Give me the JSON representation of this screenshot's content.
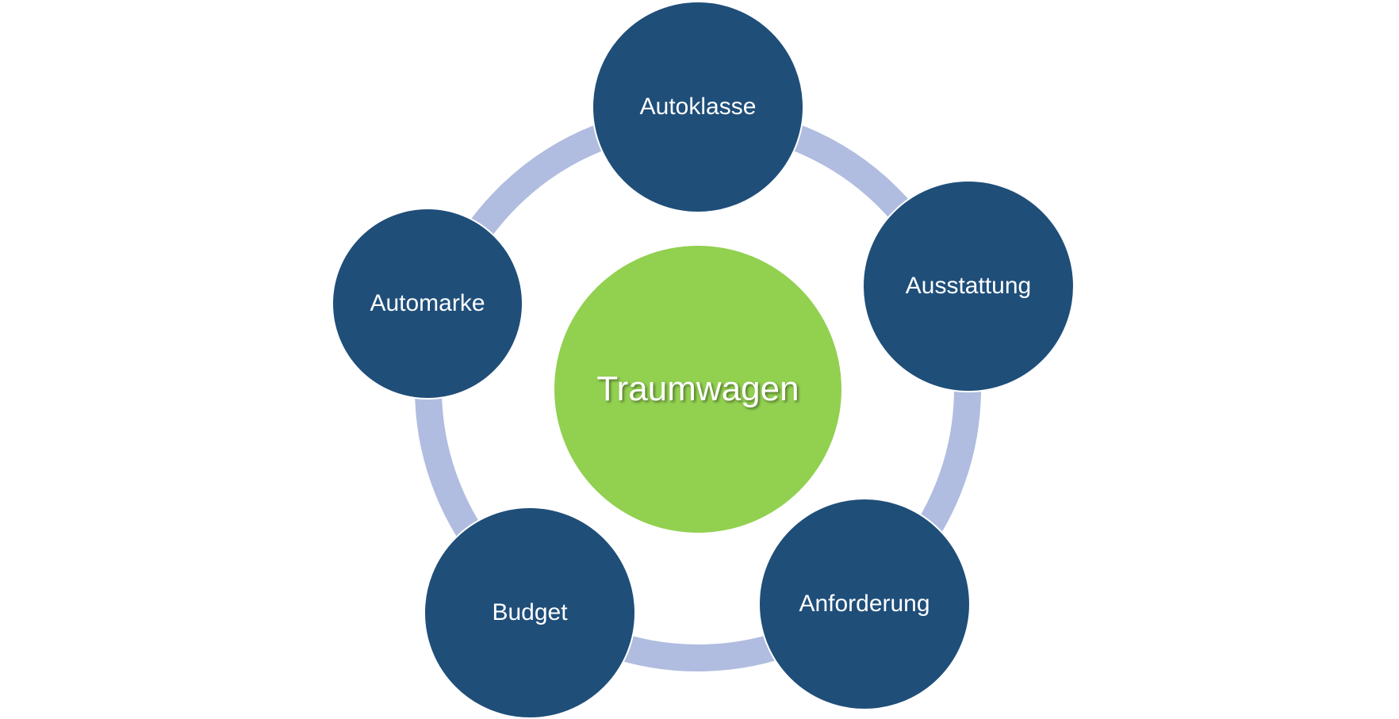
{
  "diagram": {
    "center": {
      "label": "Traumwagen",
      "color": "#92d050"
    },
    "nodes": [
      {
        "label": "Autoklasse"
      },
      {
        "label": "Ausstattung"
      },
      {
        "label": "Anforderung"
      },
      {
        "label": "Budget"
      },
      {
        "label": "Automarke"
      }
    ],
    "node_color": "#1f4e79",
    "ring_color": "#b0bde0"
  }
}
